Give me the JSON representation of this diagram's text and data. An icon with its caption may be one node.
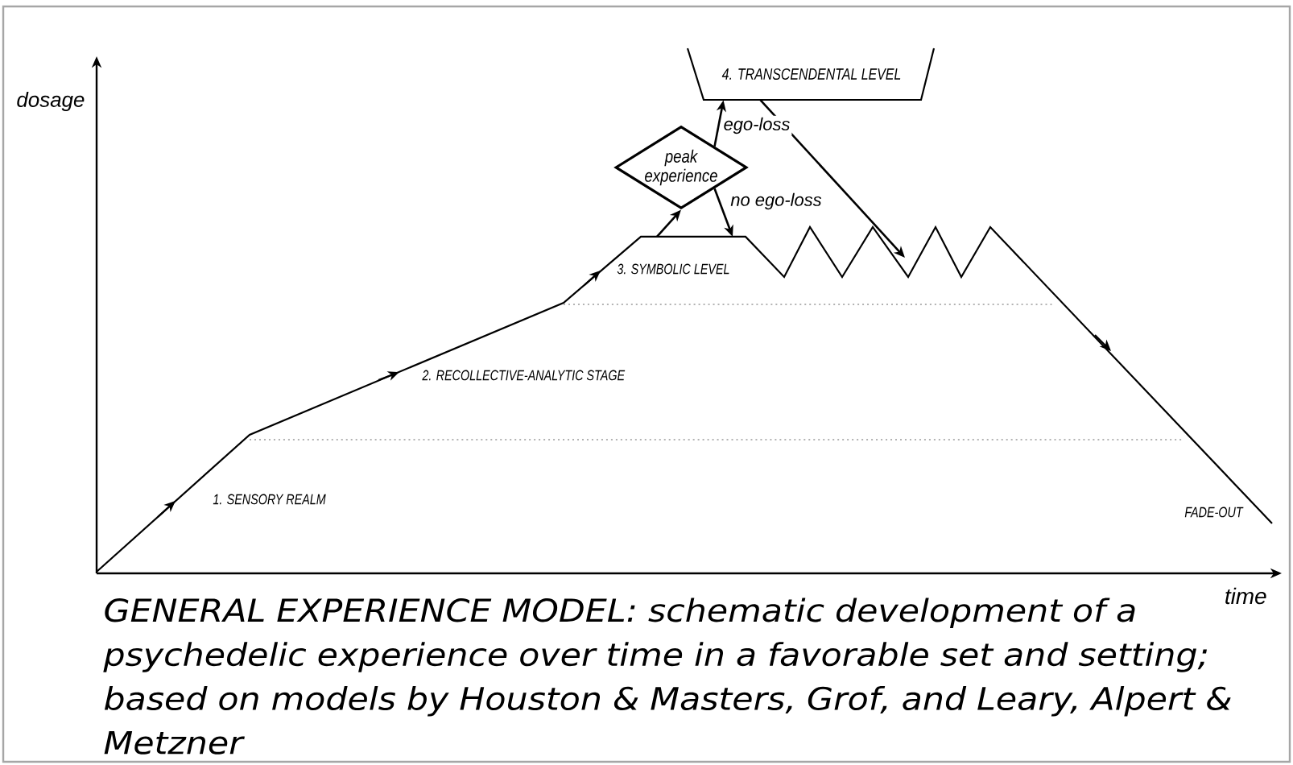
{
  "diagram": {
    "caption": "GENERAL EXPERIENCE MODEL: schematic development of a psychedelic experience over time in a favorable set and setting; based on models by Houston & Masters, Grof, and Leary, Alpert & Metzner",
    "nodes": [
      {
        "text": [
          "4. TRANSCENDENTAL LEVEL"
        ]
      },
      {
        "text": [
          "peak experience"
        ]
      }
    ],
    "edges": [
      {
        "from": 1,
        "to": 0,
        "arrow": "to",
        "label": "ego-loss"
      },
      {
        "from": 1,
        "to": null,
        "arrow": "to",
        "label": "no ego-loss"
      },
      {
        "from": null,
        "to": 1,
        "arrow": "to"
      },
      {
        "from": 0,
        "to": null,
        "arrow": "to"
      }
    ],
    "labels": [
      "dosage",
      "time",
      "1. SENSORY REALM",
      "2. RECOLLECTIVE-ANALYTIC STAGE",
      "3. SYMBOLIC LEVEL",
      "FADE-OUT"
    ]
  }
}
